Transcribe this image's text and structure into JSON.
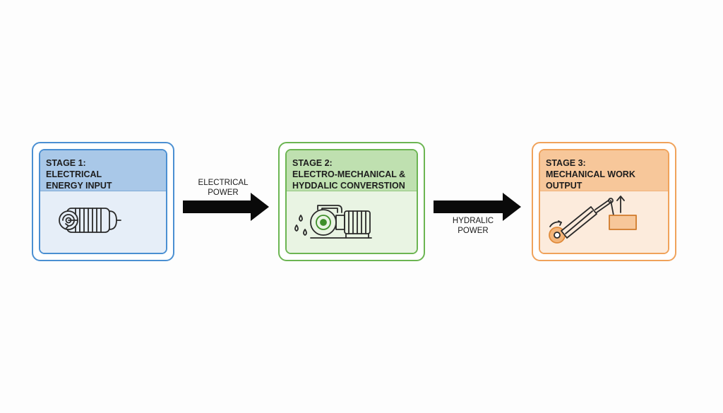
{
  "stages": [
    {
      "title_line1": "STAGE 1:",
      "title_line2": "ELECTRICAL",
      "title_line3": "ENERGY INPUT",
      "icon": "electric-motor-icon",
      "color": "#4a8fd2"
    },
    {
      "title_line1": "STAGE 2:",
      "title_line2": "ELECTRO-MECHANICAL &",
      "title_line3": "HYDDALIC CONVERSTION",
      "icon": "hydraulic-pump-icon",
      "color": "#6cb552"
    },
    {
      "title_line1": "STAGE 3:",
      "title_line2": "MECHANICAL WORK",
      "title_line3": "OUTPUT",
      "icon": "hydraulic-cylinder-load-icon",
      "color": "#f0a25a"
    }
  ],
  "arrows": [
    {
      "label_line1": "ELECTRICAL",
      "label_line2": "POWER",
      "icon": "right-arrow-icon"
    },
    {
      "label_line1": "HYDRALIC",
      "label_line2": "POWER",
      "icon": "right-arrow-icon"
    }
  ]
}
